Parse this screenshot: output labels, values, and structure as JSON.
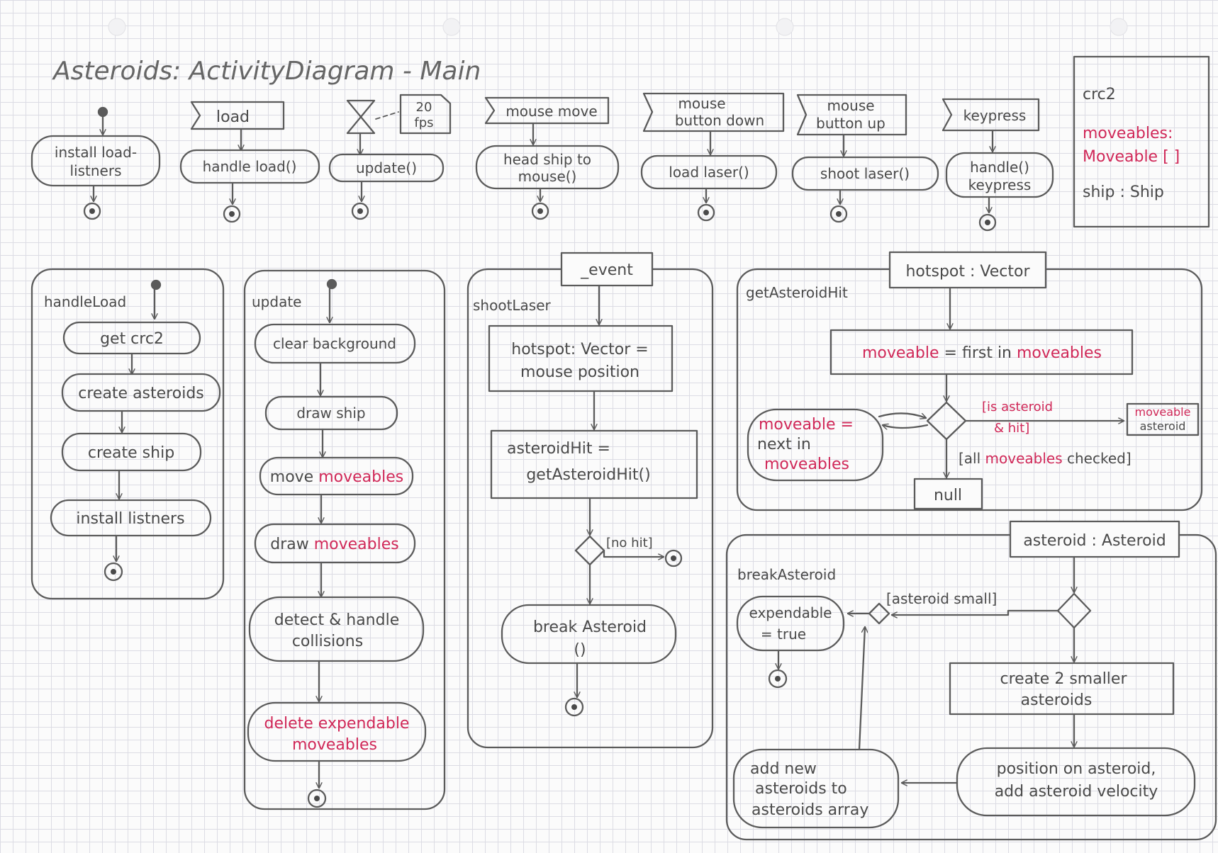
{
  "title": "Asteroids: ActivityDiagram - Main",
  "events": {
    "load": "load",
    "fps_line1": "20",
    "fps_line2": "fps",
    "mouse_move": "mouse move",
    "mouse_button_down": [
      "mouse",
      "button down"
    ],
    "mouse_button_up": [
      "mouse",
      "button up"
    ],
    "keypress": "keypress"
  },
  "handlers": {
    "install_load_listeners": [
      "install load-",
      "listners"
    ],
    "handle_load": "handle load()",
    "update": "update()",
    "head_ship": [
      "head ship to",
      "mouse()"
    ],
    "load_laser": "load laser()",
    "shoot_laser": "shoot laser()",
    "handle_keypress": [
      "handle()",
      "keypress"
    ]
  },
  "crc2_box": {
    "title": "crc2",
    "moveables_line1": "moveables:",
    "moveables_line2": "Moveable [ ]",
    "ship": "ship : Ship"
  },
  "handle_load": {
    "name": "handleLoad",
    "steps": [
      "get crc2",
      "create asteroids",
      "create ship",
      "install listners"
    ]
  },
  "update": {
    "name": "update",
    "steps": {
      "clear_background": "clear background",
      "draw_ship": "draw ship",
      "move_moveables_prefix": "move",
      "move_moveables_hl": "moveables",
      "draw_moveables_prefix": "draw",
      "draw_moveables_hl": "moveables",
      "detect_collisions": [
        "detect & handle",
        "collisions"
      ],
      "delete_expendable": [
        "delete expendable",
        "moveables"
      ]
    }
  },
  "shoot_laser": {
    "name": "shootLaser",
    "param": "_event",
    "hotspot": [
      "hotspot: Vector =",
      "mouse position"
    ],
    "asteroid_hit": [
      "asteroidHit =",
      "getAsteroidHit()"
    ],
    "guard_no_hit": "[no hit]",
    "break_asteroid": [
      "break Asteroid",
      "()"
    ]
  },
  "get_asteroid_hit": {
    "name": "getAsteroidHit",
    "param": "hotspot : Vector",
    "assign_var": "moveable",
    "assign_mid": "= first in",
    "assign_list": "moveables",
    "guard_is_asteroid": [
      "[is asteroid",
      "& hit]"
    ],
    "guard_all_checked_open": "[all",
    "guard_all_checked_hl": "moveables",
    "guard_all_checked_close": "checked]",
    "next_var": "moveable =",
    "next_mid": "next in",
    "next_list": "moveables",
    "return_moveable": "moveable",
    "return_asteroid": "asteroid",
    "return_null": "null"
  },
  "break_asteroid": {
    "name": "breakAsteroid",
    "param": "asteroid : Asteroid",
    "guard_small": "[asteroid small]",
    "expendable": [
      "expendable",
      "= true"
    ],
    "create_smaller": [
      "create 2 smaller",
      "asteroids"
    ],
    "position": [
      "position on asteroid,",
      "add asteroid velocity"
    ],
    "add_new": [
      "add new",
      "asteroids to",
      "asteroids array"
    ]
  }
}
